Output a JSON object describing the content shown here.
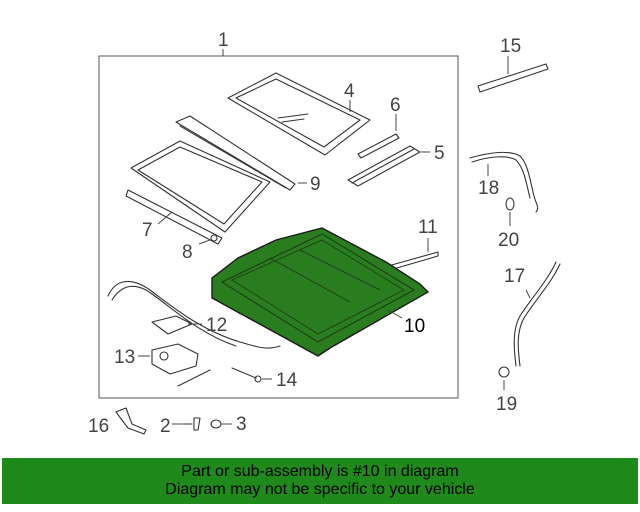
{
  "callouts": {
    "c1": "1",
    "c2": "2",
    "c3": "3",
    "c4": "4",
    "c5": "5",
    "c6": "6",
    "c7": "7",
    "c8": "8",
    "c9": "9",
    "c10": "10",
    "c11": "11",
    "c12": "12",
    "c13": "13",
    "c14": "14",
    "c15": "15",
    "c16": "16",
    "c17": "17",
    "c18": "18",
    "c19": "19",
    "c20": "20"
  },
  "highlight_color": "#2a7d1e",
  "banner": {
    "line1": "Part or sub-assembly is #10 in diagram",
    "line2": "Diagram may not be specific to your vehicle",
    "background": "#1f8a1b"
  }
}
